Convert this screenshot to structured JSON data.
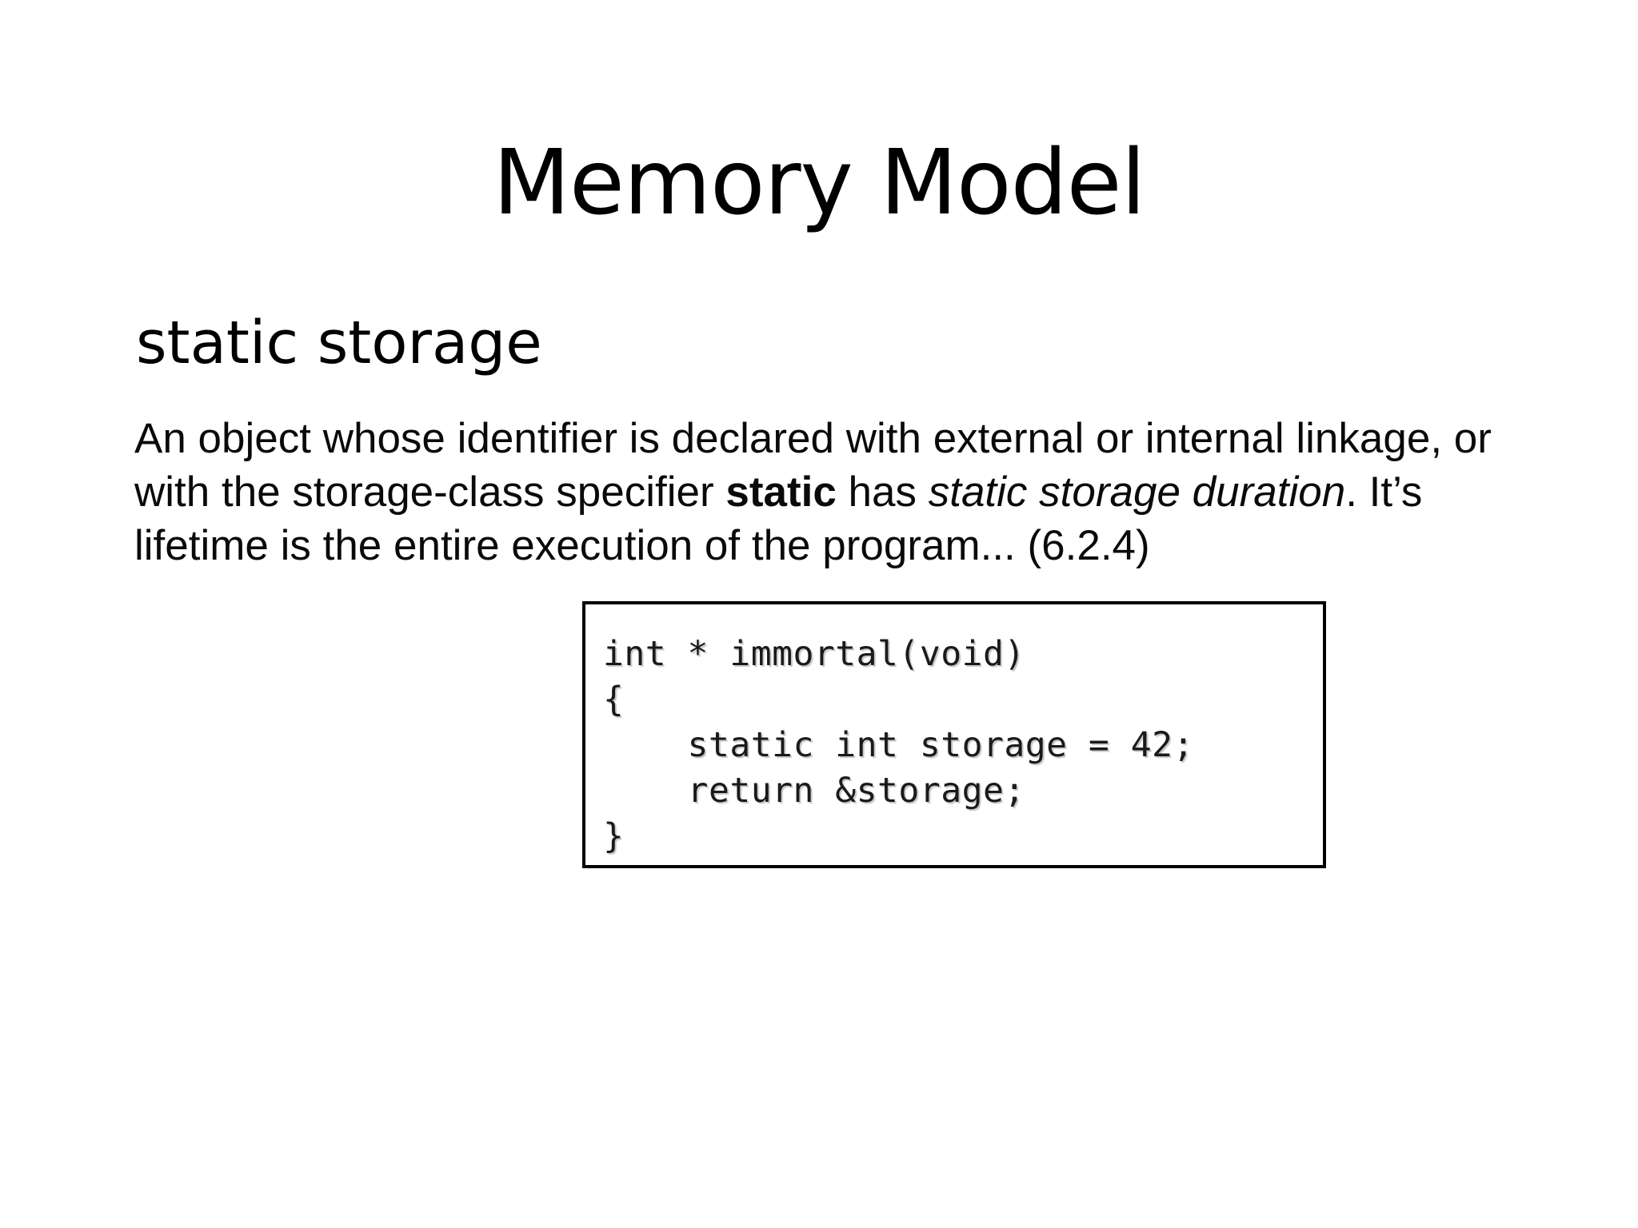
{
  "slide": {
    "title": "Memory Model",
    "subtitle": "static storage",
    "body": {
      "segment_1": "An object whose identifier is declared with external or internal linkage, or with the storage-class specifier ",
      "segment_bold_static": "static",
      "segment_2": " has ",
      "segment_italic_duration": "static storage duration",
      "segment_3": ". It’s lifetime is the entire execution of the program... (6.2.4)",
      "full_text": "An object whose identifier is declared with external or internal linkage, or with the storage-class specifier static has static storage duration. It’s lifetime is the entire execution of the program... (6.2.4)",
      "standard_reference": "(6.2.4)"
    },
    "code": {
      "language": "c",
      "listing": "int * immortal(void)\n{\n    static int storage = 42;\n    return &storage;\n}",
      "lines": [
        "int * immortal(void)",
        "{",
        "    static int storage = 42;",
        "    return &storage;",
        "}"
      ]
    },
    "colors": {
      "background": "#ffffff",
      "text": "#000000",
      "code_text": "#1a1a1a",
      "code_border": "#000000"
    }
  }
}
